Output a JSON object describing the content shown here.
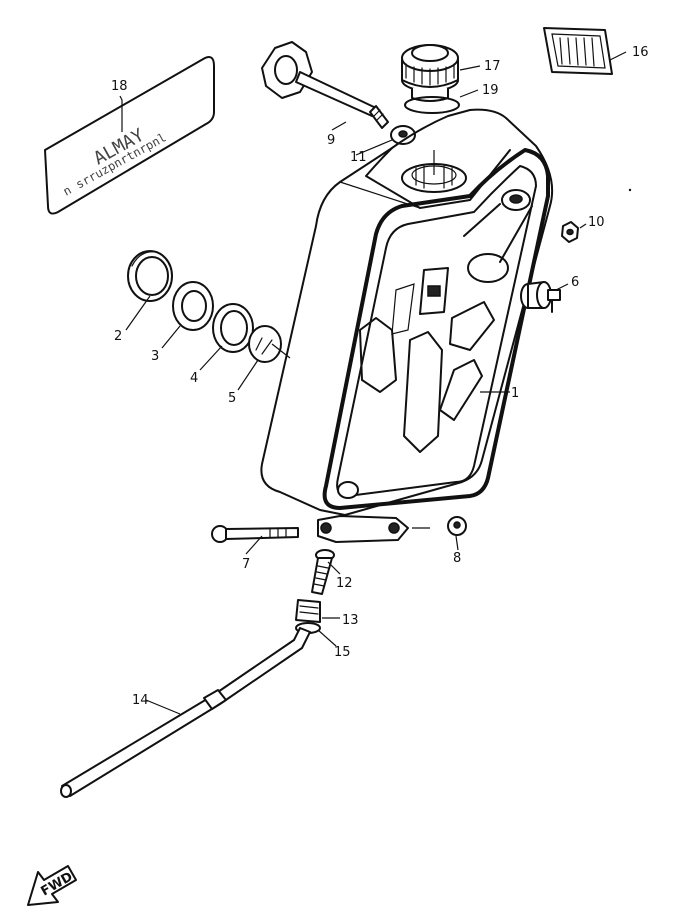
{
  "callouts": {
    "c1": "1",
    "c2": "2",
    "c3": "3",
    "c4": "4",
    "c5": "5",
    "c6": "6",
    "c7": "7",
    "c8": "8",
    "c9": "9",
    "c10": "10",
    "c11": "11",
    "c12": "12",
    "c13": "13",
    "c14": "14",
    "c15": "15",
    "c16": "16",
    "c17": "17",
    "c18": "18",
    "c19": "19"
  },
  "emblem": {
    "line1": "ALMAY",
    "line2": "n srruzpnrtnrpnl"
  },
  "fwd_badge": "FWD",
  "colors": {
    "ink": "#111111",
    "background": "#ffffff"
  }
}
